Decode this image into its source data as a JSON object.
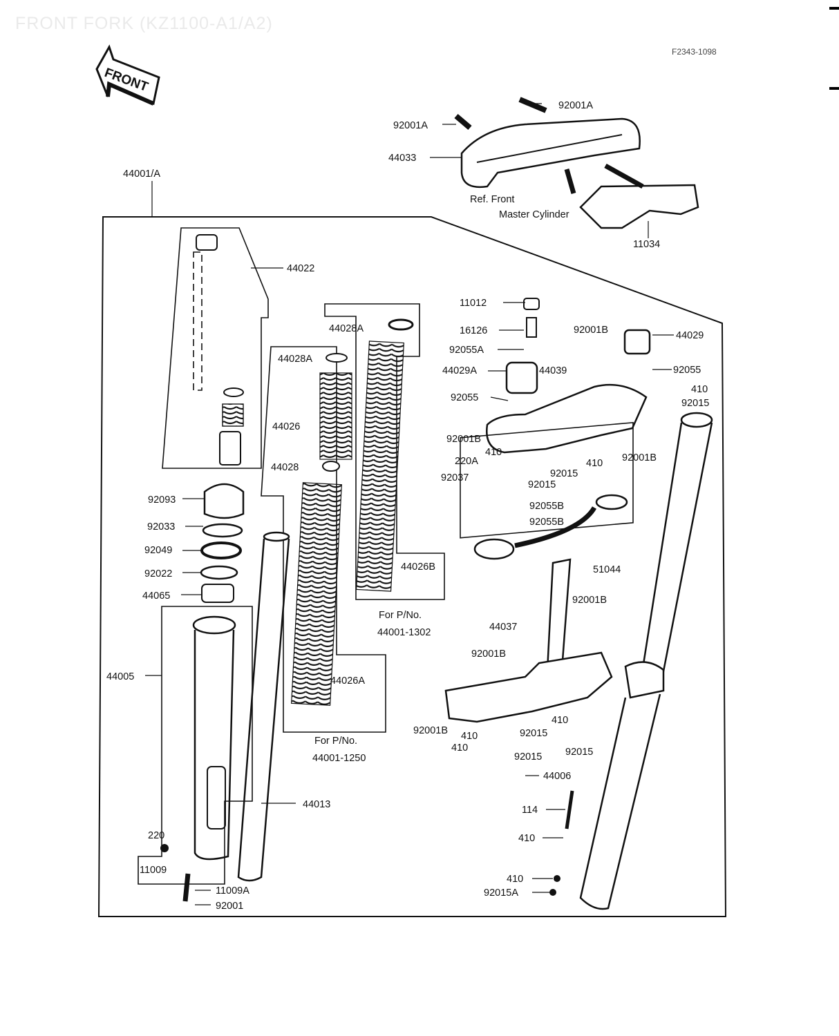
{
  "title": "FRONT FORK (KZ1100-A1/A2)",
  "figure_code": "F2343-1098",
  "front_badge": "FRONT",
  "references": {
    "ref_line1": "Ref. Front",
    "ref_line2": "Master Cylinder"
  },
  "notes": [
    {
      "id": "for1302_title",
      "text": "For P/No."
    },
    {
      "id": "for1302_value",
      "text": "44001-1302"
    },
    {
      "id": "for1250_title",
      "text": "For P/No."
    },
    {
      "id": "for1250_value",
      "text": "44001-1250"
    }
  ],
  "labels": {
    "l92001A_top": "92001A",
    "l92001A_left": "92001A",
    "l44033": "44033",
    "l11034": "11034",
    "l44001A": "44001/A",
    "l44022": "44022",
    "l44028A_r": "44028A",
    "l44028A_l": "44028A",
    "l44026": "44026",
    "l44028": "44028",
    "l44026B": "44026B",
    "l44026A": "44026A",
    "l11012": "11012",
    "l16126": "16126",
    "l92055A": "92055A",
    "l44029A": "44029A",
    "l44039": "44039",
    "l92001B_a": "92001B",
    "l44029": "44029",
    "l92055_r": "92055",
    "l92055_l": "92055",
    "l410_a": "410",
    "l92015_a": "92015",
    "l92001B_b": "92001B",
    "l92001B_c": "92001B",
    "l410_b": "410",
    "l410_c": "410",
    "l220A": "220A",
    "l92015_b": "92015",
    "l92037": "92037",
    "l92015_c": "92015",
    "l92055B_a": "92055B",
    "l92055B_b": "92055B",
    "l51044": "51044",
    "l92093": "92093",
    "l92033": "92033",
    "l92049": "92049",
    "l92022": "92022",
    "l44065": "44065",
    "l44005": "44005",
    "l44013": "44013",
    "l220": "220",
    "l11009": "11009",
    "l11009A": "11009A",
    "l92001": "92001",
    "l92001B_d": "92001B",
    "l44037": "44037",
    "l92001B_e": "92001B",
    "l92001B_f": "92001B",
    "l410_d": "410",
    "l92015_d": "92015",
    "l410_e": "410",
    "l92015_e": "92015",
    "l410_f": "410",
    "l92015_f": "92015",
    "l44006": "44006",
    "l114": "114",
    "l410_g": "410",
    "l410_h": "410",
    "l92015A": "92015A"
  },
  "colors": {
    "ink": "#111111",
    "paper": "#ffffff",
    "title_faint": "#eaeaea"
  }
}
